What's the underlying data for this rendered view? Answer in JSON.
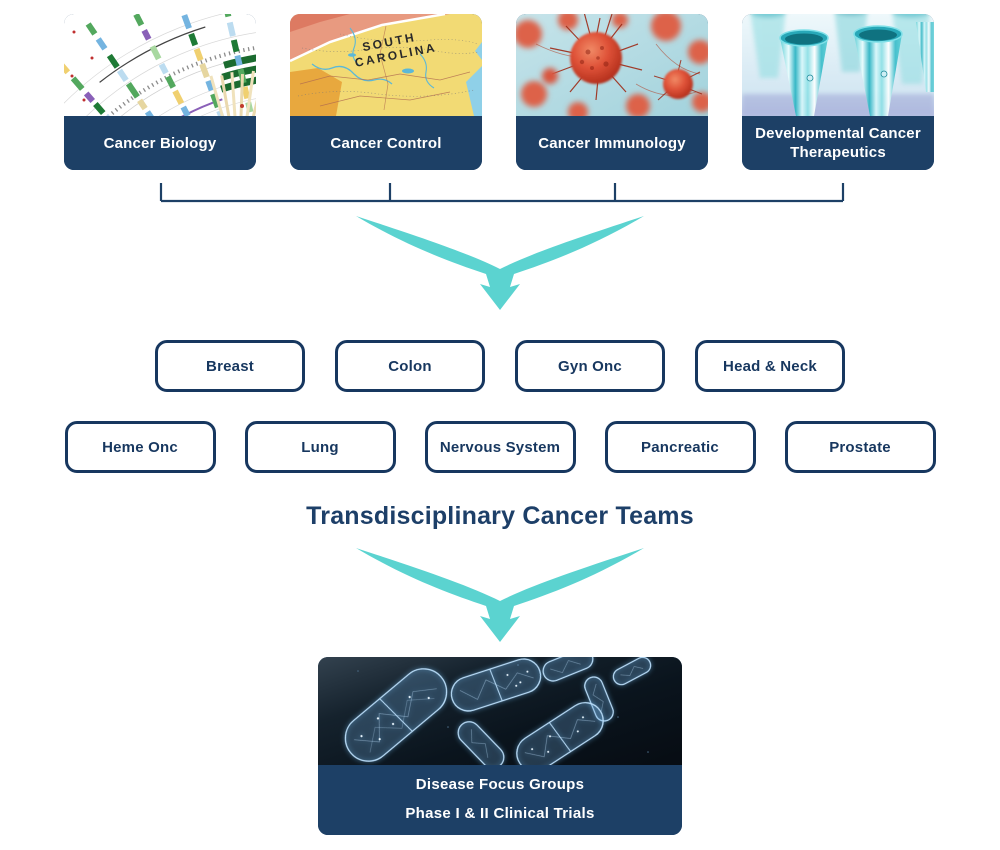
{
  "colors": {
    "navy": "#1d4066",
    "navy_dark": "#17375f",
    "teal": "#5bd3d0",
    "white": "#ffffff"
  },
  "research_programs": [
    {
      "label": "Cancer Biology",
      "image": "genome-circos-plot"
    },
    {
      "label": "Cancer Control",
      "image": "south-carolina-map",
      "map_text_line1": "SOUTH",
      "map_text_line2": "CAROLINA"
    },
    {
      "label": "Cancer Immunology",
      "image": "cancer-cell-illustration"
    },
    {
      "label": "Developmental Cancer Therapeutics",
      "image": "lab-test-tubes"
    }
  ],
  "disease_teams": {
    "row1": [
      "Breast",
      "Colon",
      "Gyn Onc",
      "Head & Neck"
    ],
    "row2": [
      "Heme Onc",
      "Lung",
      "Nervous System",
      "Pancreatic",
      "Prostate"
    ]
  },
  "teams_heading": "Transdisciplinary Cancer Teams",
  "outcome": {
    "line1": "Disease Focus Groups",
    "line2": "Phase I & II Clinical Trials",
    "image": "glowing-polygon-capsules"
  }
}
